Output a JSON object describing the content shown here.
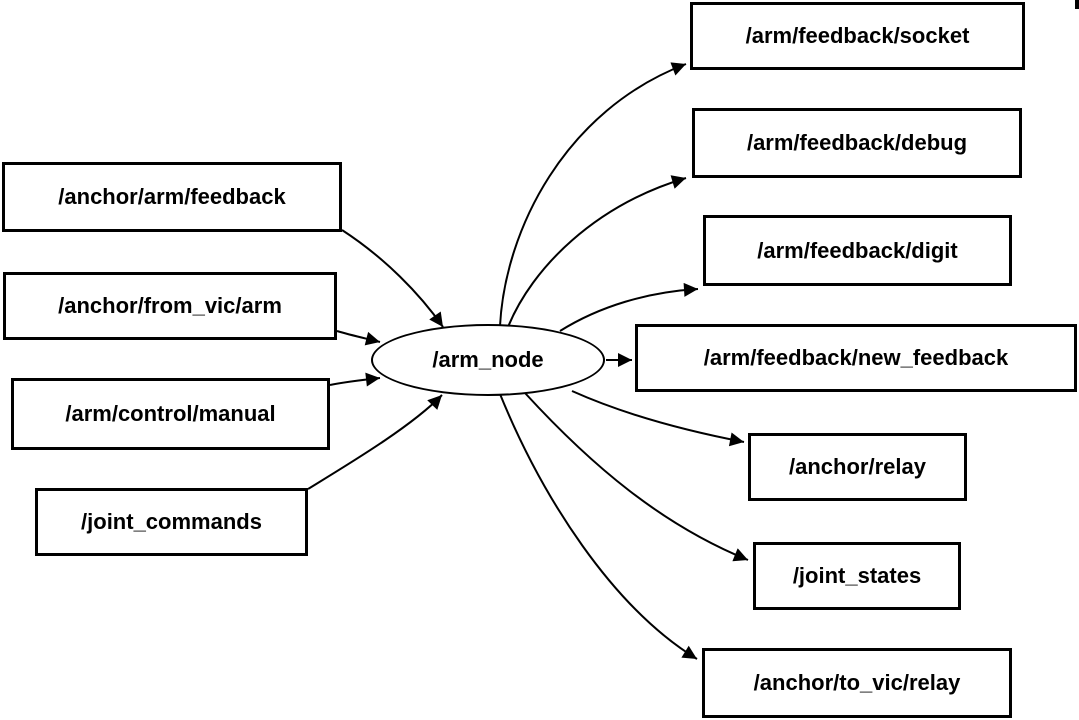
{
  "diagram": {
    "center_node": {
      "label": "/arm_node",
      "shape": "ellipse"
    },
    "input_topics": [
      {
        "label": "/anchor/arm/feedback"
      },
      {
        "label": "/anchor/from_vic/arm"
      },
      {
        "label": "/arm/control/manual"
      },
      {
        "label": "/joint_commands"
      }
    ],
    "output_topics": [
      {
        "label": "/arm/feedback/socket"
      },
      {
        "label": "/arm/feedback/debug"
      },
      {
        "label": "/arm/feedback/digit"
      },
      {
        "label": "/arm/feedback/new_feedback"
      },
      {
        "label": "/anchor/relay"
      },
      {
        "label": "/joint_states"
      },
      {
        "label": "/anchor/to_vic/relay"
      }
    ],
    "edges": [
      {
        "from": "/anchor/arm/feedback",
        "to": "/arm_node"
      },
      {
        "from": "/anchor/from_vic/arm",
        "to": "/arm_node"
      },
      {
        "from": "/arm/control/manual",
        "to": "/arm_node"
      },
      {
        "from": "/joint_commands",
        "to": "/arm_node"
      },
      {
        "from": "/arm_node",
        "to": "/arm/feedback/socket"
      },
      {
        "from": "/arm_node",
        "to": "/arm/feedback/debug"
      },
      {
        "from": "/arm_node",
        "to": "/arm/feedback/digit"
      },
      {
        "from": "/arm_node",
        "to": "/arm/feedback/new_feedback"
      },
      {
        "from": "/arm_node",
        "to": "/anchor/relay"
      },
      {
        "from": "/arm_node",
        "to": "/joint_states"
      },
      {
        "from": "/arm_node",
        "to": "/anchor/to_vic/relay"
      }
    ],
    "colors": {
      "stroke": "#000000",
      "node_fill": "#ffffff",
      "background": "#ffffff"
    }
  }
}
